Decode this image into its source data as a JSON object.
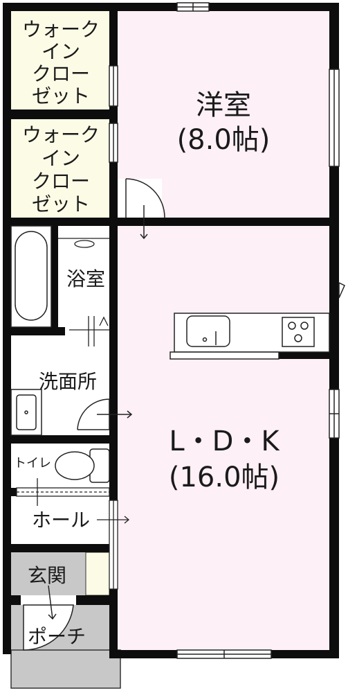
{
  "rooms": {
    "western": {
      "name": "洋室",
      "size": "(8.0帖)"
    },
    "wic_top": {
      "lines": [
        "ウォーク",
        "イン",
        "クロー",
        "ゼット"
      ]
    },
    "wic_bottom": {
      "lines": [
        "ウォーク",
        "イン",
        "クロー",
        "ゼット"
      ]
    },
    "bath": {
      "name": "浴室"
    },
    "washroom": {
      "name": "洗面所"
    },
    "toilet": {
      "name": "トイレ"
    },
    "hall": {
      "name": "ホール"
    },
    "entrance": {
      "name": "玄関"
    },
    "porch": {
      "name": "ポーチ"
    },
    "ldk": {
      "name": "L・D・K",
      "size": "(16.0帖)"
    }
  },
  "colors": {
    "wall": "#0d0d0d",
    "western_floor": "#fdf0f6",
    "ldk_floor": "#fdf0f6",
    "wic_floor": "#fcfbe6",
    "entrance_floor": "#c8c8c8",
    "porch_floor": "#c8c8c8"
  }
}
